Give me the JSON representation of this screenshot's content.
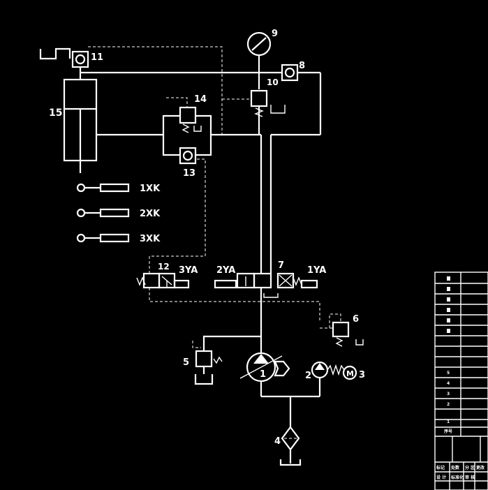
{
  "labels": {
    "pump_var": "1",
    "pump_fixed": "2",
    "motor_num": "3",
    "motor": "M",
    "filter": "4",
    "relief_5": "5",
    "relief_6": "6",
    "valve_7": "7",
    "check_8": "8",
    "gauge_9": "9",
    "valve_10": "10",
    "check_11": "11",
    "valve_12": "12",
    "check_13": "13",
    "valve_14": "14",
    "cylinder_15": "15"
  },
  "solenoids": {
    "s1": "1YA",
    "s2": "2YA",
    "s3": "3YA"
  },
  "limit_switches": [
    "1XK",
    "2XK",
    "3XK"
  ],
  "title_block": {
    "row_numbers": [
      "5",
      "4",
      "3",
      "2",
      "1"
    ],
    "footer_row1": [
      "标记",
      "处数",
      "分 区",
      "更改"
    ],
    "footer_row2": [
      "设 计",
      "标准化",
      "审 核"
    ],
    "seq_label": "序号"
  },
  "colors": {
    "line": "#ffffff",
    "background": "#000000"
  }
}
